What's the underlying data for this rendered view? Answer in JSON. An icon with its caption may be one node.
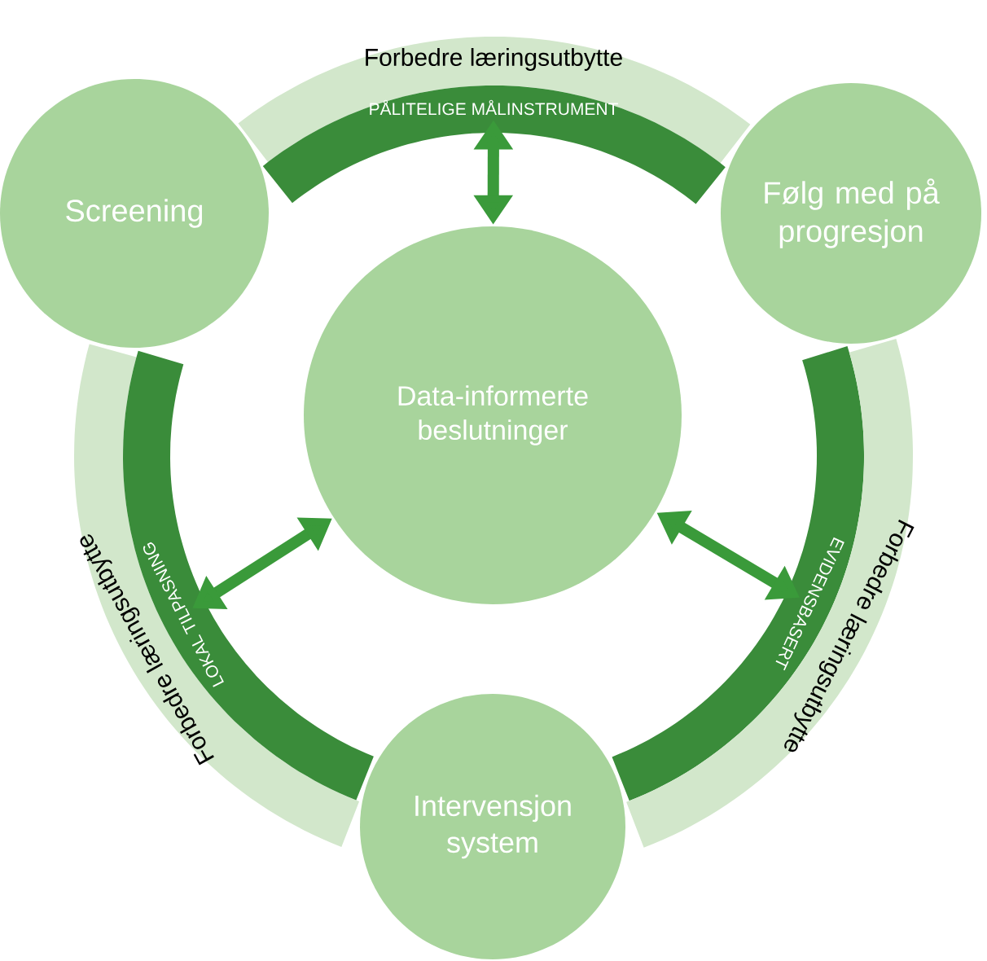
{
  "diagram": {
    "nodes": [
      {
        "text": [
          "Forbedre læringsutbytte"
        ]
      },
      {
        "text": [
          "PÅLITELIGE MÅLINSTRUMENT"
        ]
      },
      {
        "text": [
          "Forbedre læringsutbytte"
        ]
      },
      {
        "text": [
          "LOKAL TILPASNING"
        ]
      },
      {
        "text": [
          "EVIDENSBASERT"
        ]
      },
      {
        "text": [
          "Forbedre læringsutbytte"
        ]
      },
      {
        "text": [
          "Screening"
        ]
      },
      {
        "text": [
          "Følg med på progresjon"
        ]
      },
      {
        "text": [
          "Data-informerte beslutninger"
        ]
      },
      {
        "text": [
          "Intervensjon system"
        ]
      }
    ],
    "edges": [
      {
        "from": 8,
        "to": 1,
        "arrow": "both"
      },
      {
        "from": 8,
        "to": 3,
        "arrow": "both"
      },
      {
        "from": 8,
        "to": 4,
        "arrow": "both"
      }
    ]
  }
}
